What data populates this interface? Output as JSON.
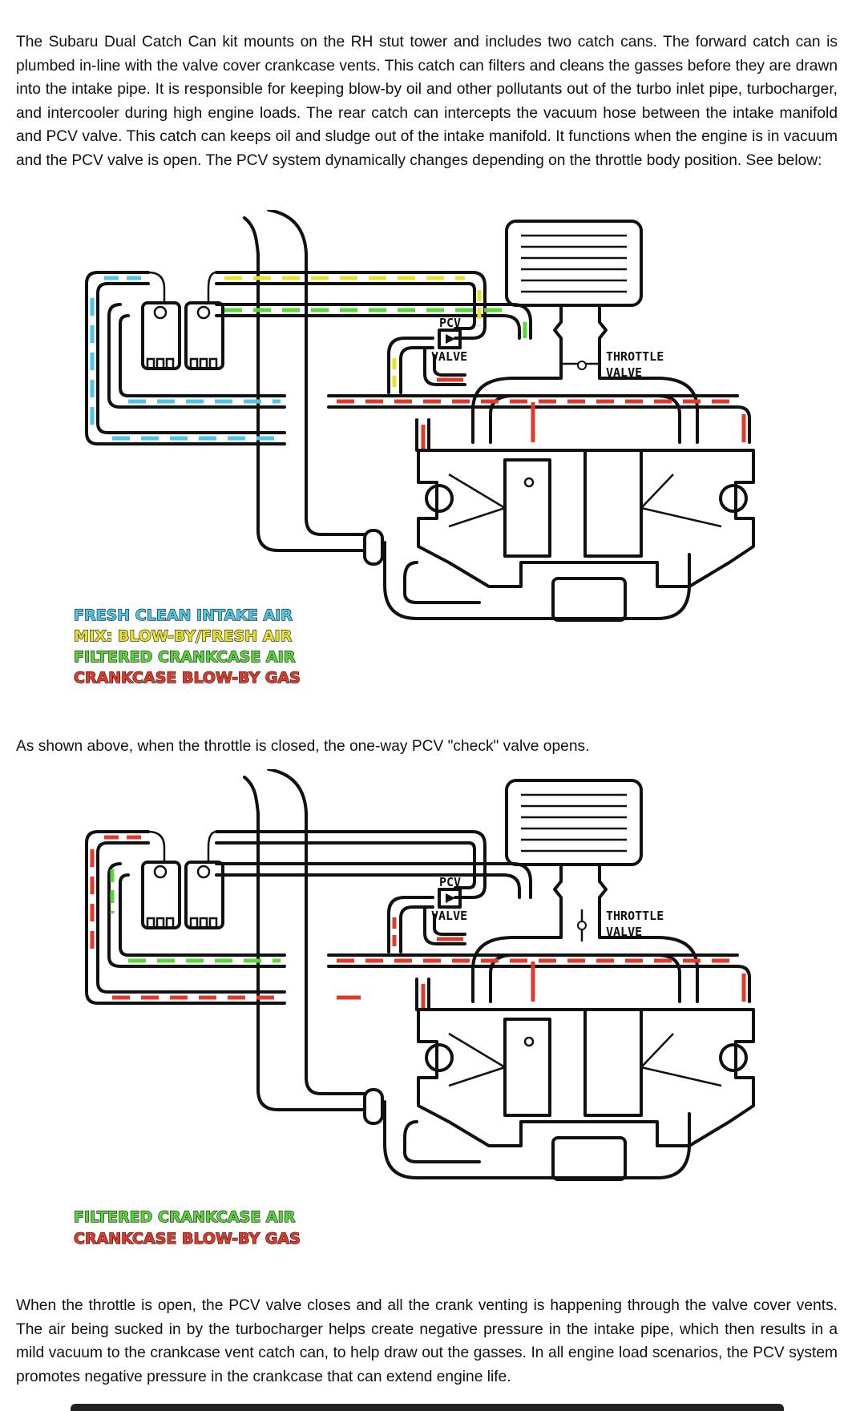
{
  "paragraphs": {
    "intro": "The Subaru Dual Catch Can kit mounts on the RH stut tower and includes two catch cans. The forward catch can is plumbed in-line with the valve cover crankcase vents. This catch can filters and cleans the gasses before they are drawn into the intake pipe. It is responsible for keeping blow-by oil and other pollutants out of the turbo inlet pipe, turbocharger, and intercooler during high engine loads. The rear catch can intercepts the vacuum hose between the intake manifold and PCV valve. This catch can keeps oil and sludge out of the intake manifold. It functions when the engine is in vacuum and the PCV valve is open. The PCV system dynamically changes depending on the throttle body position. See below:",
    "closed": "As shown above, when the throttle is closed, the one-way PCV \"check\" valve opens.",
    "open": "When the throttle is open, the PCV valve closes and all the crank venting is happening through the valve cover vents. The air being sucked in by the turbocharger helps create negative pressure in the intake pipe, which then results in a mild vacuum to the crankcase vent catch can, to help draw out the gasses. In all engine load scenarios, the PCV system promotes negative pressure in the crankcase that can extend engine life."
  },
  "diagram_labels": {
    "throttle_1": "THROTTLE",
    "throttle_2": "VALVE",
    "pcv_1": "PCV",
    "pcv_2": "VALVE"
  },
  "legend_closed": [
    {
      "text": "FRESH CLEAN INTAKE AIR",
      "color": "#4ec6e6"
    },
    {
      "text": "MIX: BLOW-BY/FRESH AIR",
      "color": "#e8e02a"
    },
    {
      "text": "FILTERED CRANKCASE AIR",
      "color": "#5bd63a"
    },
    {
      "text": "CRANKCASE BLOW-BY GAS",
      "color": "#e23a2a"
    }
  ],
  "legend_open": [
    {
      "text": "FILTERED CRANKCASE AIR",
      "color": "#5bd63a"
    },
    {
      "text": "CRANKCASE BLOW-BY GAS",
      "color": "#e23a2a"
    }
  ],
  "colors": {
    "fresh": "#4ec6e6",
    "mix": "#e8e02a",
    "filtered": "#5bd63a",
    "blowby": "#e23a2a"
  }
}
